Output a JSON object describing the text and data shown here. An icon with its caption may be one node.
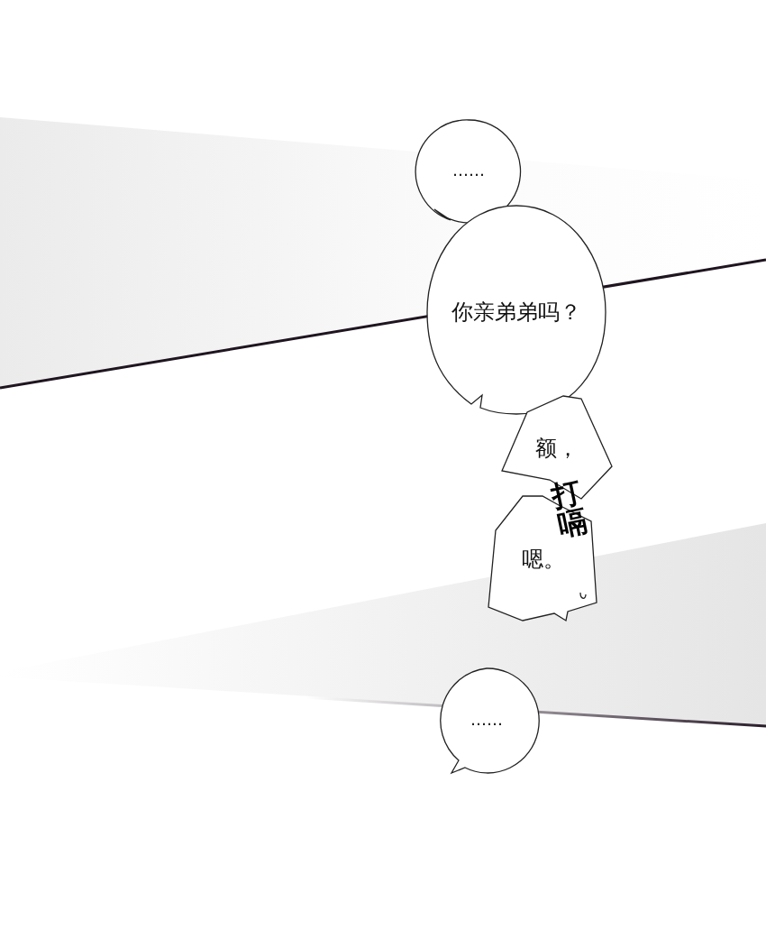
{
  "diagram": {
    "nodes": [
      {
        "text": [
          "……"
        ]
      },
      {
        "text": [
          "你亲弟弟吗？"
        ]
      },
      {
        "text": [
          "额，"
        ]
      },
      {
        "text": [
          "嗯。"
        ]
      },
      {
        "text": [
          "……"
        ]
      }
    ],
    "labels": [
      "打嗝"
    ]
  }
}
